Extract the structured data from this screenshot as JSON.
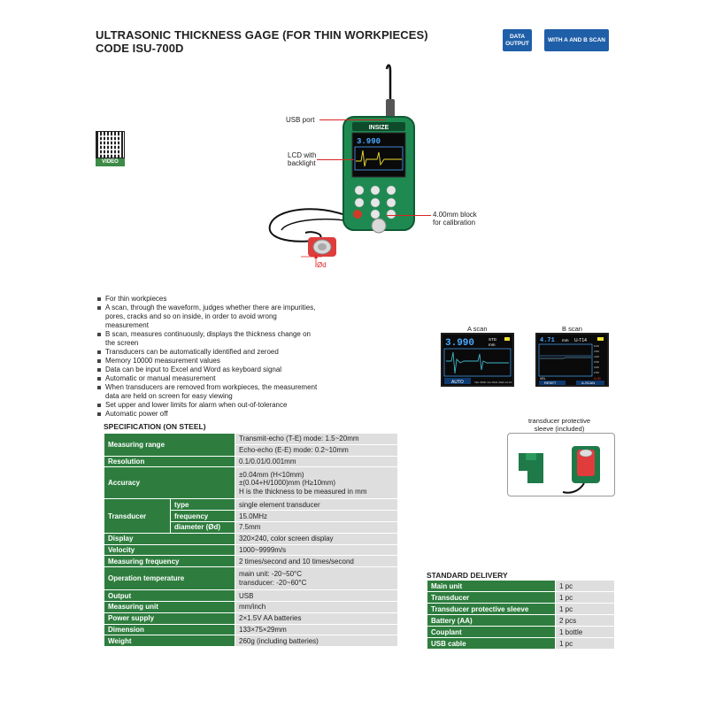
{
  "header": {
    "title_line1": "ULTRASONIC THICKNESS GAGE (FOR THIN WORKPIECES)",
    "title_line2": "CODE ISU-700D",
    "badge_data_output_line1": "DATA",
    "badge_data_output_line2": "OUTPUT",
    "badge_scan": "WITH A AND B SCAN"
  },
  "qr": {
    "label": "VIDEO"
  },
  "device": {
    "brand": "INSIZE",
    "screen_value": "3.990",
    "callouts": {
      "usb_port": "USB port",
      "lcd_line1": "LCD with",
      "lcd_line2": "backlight",
      "block_line1": "4.00mm block",
      "block_line2": "for calibration",
      "diameter": "Ød"
    }
  },
  "features": [
    "For thin workpieces",
    "A scan, through the waveform, judges whether there are impurities, pores, cracks and so on inside, in order to avoid wrong measurement",
    "B scan, measures continuously, displays the thickness change on the screen",
    "Transducers can be automatically identified and zeroed",
    "Memory 10000 measurement values",
    "Data can be input to Excel and Word as keyboard signal",
    "Automatic or manual measurement",
    "When transducers are removed from workpieces, the measurement data are held on screen for easy viewing",
    "Set upper and lower limits for alarm when out-of-tolerance",
    "Automatic power off"
  ],
  "scans": {
    "a_label": "A scan",
    "a_value": "3.990",
    "a_unit_top": "STD",
    "a_unit_bottom": "mm",
    "a_mode": "AUTO",
    "a_footer": "VEL 5900 m/s  F001 2023 12:34",
    "b_label": "B scan",
    "b_value": "4.71",
    "b_unit": "mm",
    "b_probe": "U-T14",
    "b_vel": "VEL",
    "b_reset": "RESET",
    "b_ascan": "A-SCAN",
    "b_readout": "4.00",
    "b_scale": [
      "5.00",
      "4.50",
      "4.00",
      "3.50",
      "3.00",
      "2.50"
    ]
  },
  "sleeve": {
    "label_line1": "transducer protective",
    "label_line2": "sleeve (included)"
  },
  "spec": {
    "title": "SPECIFICATION (ON STEEL)",
    "measuring_range": {
      "label": "Measuring range",
      "v1": "Transmit-echo (T-E) mode: 1.5~20mm",
      "v2": "Echo-echo (E-E) mode: 0.2~10mm"
    },
    "resolution": {
      "label": "Resolution",
      "value": "0.1/0.01/0.001mm"
    },
    "accuracy": {
      "label": "Accuracy",
      "v1": "±0.04mm (H<10mm)",
      "v2": "±(0.04+H/1000)mm (H≥10mm)",
      "v3": "H is the thickness to be measured in mm"
    },
    "transducer": {
      "label": "Transducer",
      "type_label": "type",
      "type_value": "single element transducer",
      "freq_label": "frequency",
      "freq_value": "15.0MHz",
      "diam_label": "diameter (Ød)",
      "diam_value": "7.5mm"
    },
    "display": {
      "label": "Display",
      "value": "320×240, color screen display"
    },
    "velocity": {
      "label": "Velocity",
      "value": "1000~9999m/s"
    },
    "frequency": {
      "label": "Measuring frequency",
      "value": "2 times/second and 10 times/second"
    },
    "temperature": {
      "label": "Operation temperature",
      "v1": "main unit: -20~50°C",
      "v2": "transducer: -20~60°C"
    },
    "output": {
      "label": "Output",
      "value": "USB"
    },
    "unit": {
      "label": "Measuring unit",
      "value": "mm/inch"
    },
    "power": {
      "label": "Power supply",
      "value": "2×1.5V AA batteries"
    },
    "dimension": {
      "label": "Dimension",
      "value": "133×75×29mm"
    },
    "weight": {
      "label": "Weight",
      "value": "260g (including batteries)"
    }
  },
  "standard_delivery": {
    "title": "STANDARD DELIVERY",
    "items": [
      {
        "name": "Main unit",
        "qty": "1 pc"
      },
      {
        "name": "Transducer",
        "qty": "1 pc"
      },
      {
        "name": "Transducer protective sleeve",
        "qty": "1 pc"
      },
      {
        "name": "Battery (AA)",
        "qty": "2 pcs"
      },
      {
        "name": "Couplant",
        "qty": "1 bottle"
      },
      {
        "name": "USB cable",
        "qty": "1 pc"
      }
    ]
  }
}
